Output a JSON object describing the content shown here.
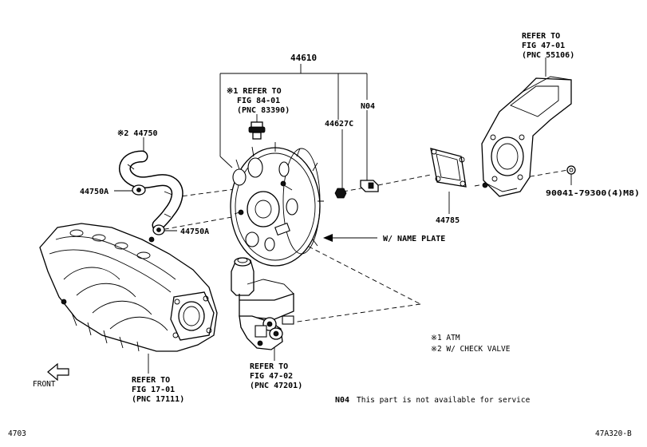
{
  "diagram": {
    "labels": {
      "p44610": "44610",
      "ref84_1": "※1 REFER TO",
      "ref84_2": "FIG 84-01",
      "ref84_3": "(PNC 83390)",
      "n04": "N04",
      "p44627c": "44627C",
      "ref47_01_1": "REFER TO",
      "ref47_01_2": "FIG 47-01",
      "ref47_01_3": "(PNC 55106)",
      "p44750": "※2 44750",
      "p44750a_left": "44750A",
      "p44750a_right": "44750A",
      "p44785": "44785",
      "p90041": "90041-79300(4)M8)",
      "nameplate": "W/ NAME PLATE",
      "ref17_1": "REFER TO",
      "ref17_2": "FIG 17-01",
      "ref17_3": "(PNC 17111)",
      "ref47_02_1": "REFER TO",
      "ref47_02_2": "FIG 47-02",
      "ref47_02_3": "(PNC 47201)",
      "legend1": "※1 ATM",
      "legend2": "※2 W/ CHECK VALVE",
      "front": "FRONT",
      "n04_note_code": "N04",
      "n04_note_text": "This part is not available for service",
      "page_left": "4703",
      "page_right": "47A320-B"
    }
  }
}
